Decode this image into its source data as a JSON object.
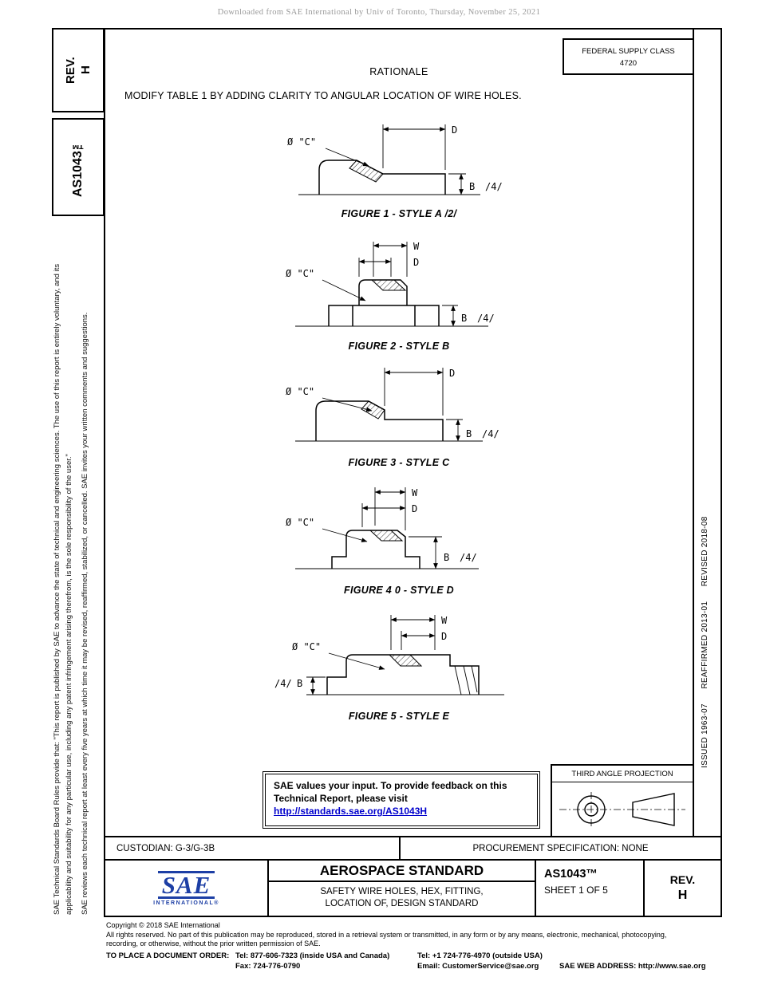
{
  "page": {
    "download_notice": "Downloaded from SAE International by Univ of Toronto, Thursday, November 25, 2021"
  },
  "sidebar": {
    "rev_label": "REV.",
    "rev_value": "H",
    "doc_number": "AS1043™",
    "disclaimer": "SAE Technical Standards Board Rules provide that: \"This report is published by SAE to advance the state of technical and engineering sciences. The use of this report is entirely voluntary, and its applicability and suitability for any particular use, including any patent infringement arising therefrom, is the sole responsibility of the user.\"",
    "review_note": "SAE reviews each technical report at least every five years at which time it may be revised, reaffirmed, stabilized, or cancelled. SAE invites your written comments and suggestions."
  },
  "header": {
    "federal_supply_class_label": "FEDERAL SUPPLY CLASS",
    "federal_supply_class_value": "4720",
    "rationale_title": "RATIONALE",
    "rationale_text": "MODIFY TABLE 1 BY ADDING CLARITY TO ANGULAR LOCATION OF WIRE HOLES."
  },
  "revision_history": "ISSUED 1963-07      REAFFIRMED 2013-01      REVISED 2018-08",
  "figures": [
    {
      "caption": "FIGURE 1 - STYLE A /2/",
      "labels": {
        "d": "D",
        "c": "Ø \"C\"",
        "b": "B",
        "flag": "/4/"
      }
    },
    {
      "caption": "FIGURE 2 - STYLE B",
      "labels": {
        "w": "W",
        "d": "D",
        "c": "Ø \"C\"",
        "b": "B",
        "flag": "/4/"
      }
    },
    {
      "caption": "FIGURE 3 - STYLE C",
      "labels": {
        "d": "D",
        "c": "Ø \"C\"",
        "b": "B",
        "flag": "/4/"
      }
    },
    {
      "caption": "FIGURE 4 0 - STYLE D",
      "labels": {
        "w": "W",
        "d": "D",
        "c": "Ø \"C\"",
        "b": "B",
        "flag": "/4/"
      }
    },
    {
      "caption": "FIGURE 5 - STYLE E",
      "labels": {
        "w": "W",
        "d": "D",
        "c": "Ø \"C\"",
        "b": "B",
        "flag": "/4/"
      }
    }
  ],
  "feedback": {
    "line1": "SAE values your input. To provide feedback on this",
    "line2": "Technical Report, please visit",
    "link": "http://standards.sae.org/AS1043H"
  },
  "projection": {
    "label": "THIRD ANGLE PROJECTION"
  },
  "custodian_row": {
    "custodian": "CUSTODIAN: G-3/G-3B",
    "procurement": "PROCUREMENT SPECIFICATION: NONE"
  },
  "title_block": {
    "logo_text": "SAE",
    "logo_sub": "INTERNATIONAL®",
    "standard_type": "AEROSPACE STANDARD",
    "title_line1": "SAFETY WIRE HOLES, HEX, FITTING,",
    "title_line2": "LOCATION OF, DESIGN STANDARD",
    "doc_number": "AS1043™",
    "sheet": "SHEET 1 OF 5",
    "rev_label": "REV.",
    "rev_value": "H"
  },
  "footer": {
    "copyright": "Copyright © 2018 SAE International",
    "rights_line1": "All rights reserved. No part of this publication may be reproduced, stored in a retrieval system or transmitted, in any form or by any means, electronic, mechanical, photocopying,",
    "rights_line2": "recording, or otherwise, without the prior written permission of SAE.",
    "order_label": "TO PLACE A DOCUMENT ORDER:",
    "tel_inside": "Tel: 877-606-7323 (inside USA and Canada)",
    "tel_outside": "Tel: +1 724-776-4970 (outside USA)",
    "fax": "Fax: 724-776-0790",
    "email": "Email: CustomerService@sae.org",
    "web": "SAE WEB ADDRESS: http://www.sae.org"
  }
}
